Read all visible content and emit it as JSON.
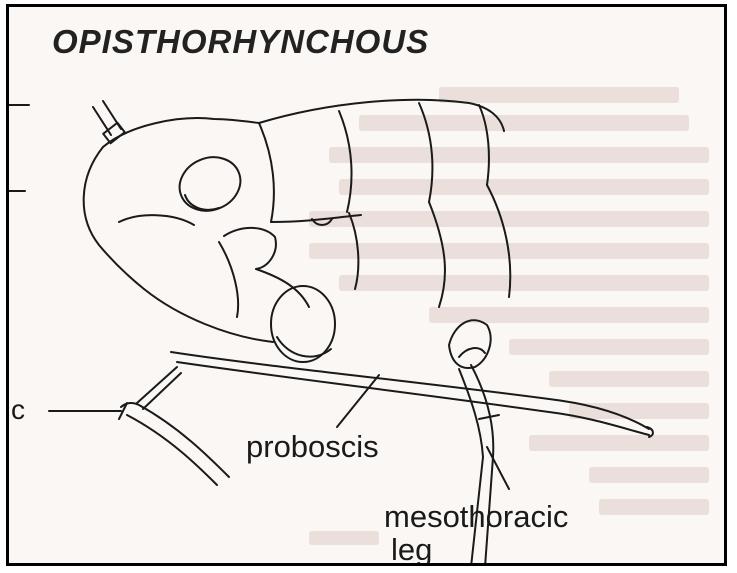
{
  "diagram": {
    "title": "OPISTHORHYNCHOUS",
    "labels": {
      "proboscis": "proboscis",
      "mesothoracic_line1": "mesothoracic",
      "mesothoracic_line2": "leg"
    }
  },
  "colors": {
    "frame_border": "#000000",
    "paper": "#fbf7f5",
    "ink": "#1a1a1a",
    "faded_text": "#e8dcd8"
  }
}
